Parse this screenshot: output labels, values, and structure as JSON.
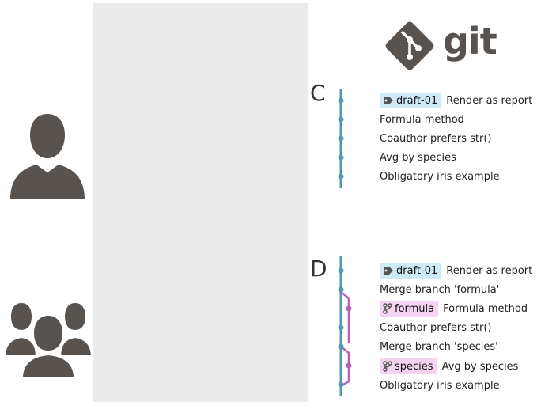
{
  "panel_c": {
    "letter": "C",
    "commits": [
      {
        "tag": "draft-01",
        "tag_kind": "tag",
        "message": "Render as report"
      },
      {
        "tag": "",
        "message": "Formula method"
      },
      {
        "tag": "",
        "message": "Coauthor prefers str()"
      },
      {
        "tag": "",
        "message": "Avg by species"
      },
      {
        "tag": "",
        "message": "Obligatory iris example"
      }
    ]
  },
  "panel_d": {
    "letter": "D",
    "commits": [
      {
        "tag": "draft-01",
        "tag_kind": "tag",
        "message": "Render as report"
      },
      {
        "tag": "",
        "message": "Merge branch 'formula'"
      },
      {
        "tag": "formula",
        "tag_kind": "branch",
        "message": "Formula method"
      },
      {
        "tag": "",
        "message": "Coauthor prefers str()"
      },
      {
        "tag": "",
        "message": "Merge branch 'species'"
      },
      {
        "tag": "species",
        "tag_kind": "branch",
        "message": "Avg by species"
      },
      {
        "tag": "",
        "message": "Obligatory iris example"
      }
    ]
  },
  "logo": {
    "text": "git"
  },
  "colors": {
    "main_line": "#4f99b4",
    "branch_line": "#b75fbd",
    "tag_bg": "#cdeaf6",
    "branch_bg": "#f3d3ef",
    "person": "#58534f"
  },
  "icons": [
    "person-icon",
    "group-icon",
    "git-logo-icon",
    "tag-icon",
    "branch-icon"
  ]
}
